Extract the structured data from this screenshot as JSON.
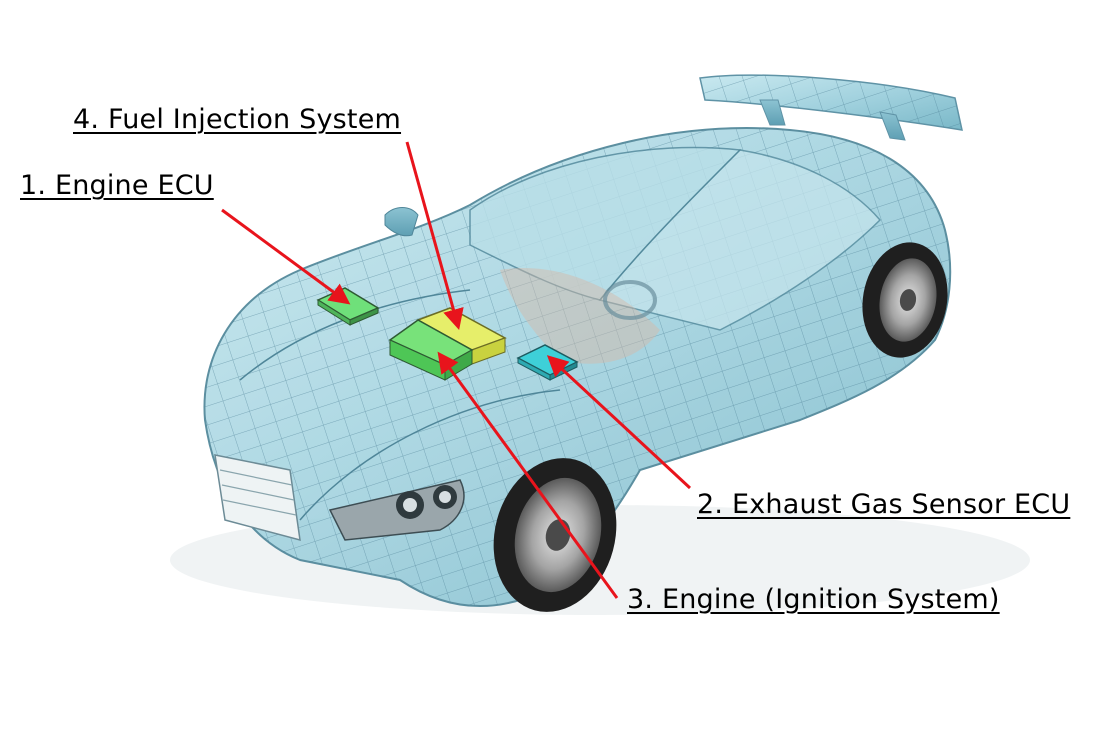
{
  "labels": {
    "fuel_injection": "4. Fuel Injection System",
    "engine_ecu": "1. Engine ECU",
    "exhaust_sensor": "2. Exhaust Gas Sensor ECU",
    "engine_ignition": "3. Engine (Ignition System)"
  },
  "colors": {
    "arrow": "#e8141c",
    "body_glass": "#9fd4e0",
    "wire": "#4d7f95",
    "ecu_green": "#6fe07a",
    "fuel_yellow": "#e6ee6a",
    "sensor_cyan": "#3ed0d8",
    "tire": "#1f1f1f"
  }
}
